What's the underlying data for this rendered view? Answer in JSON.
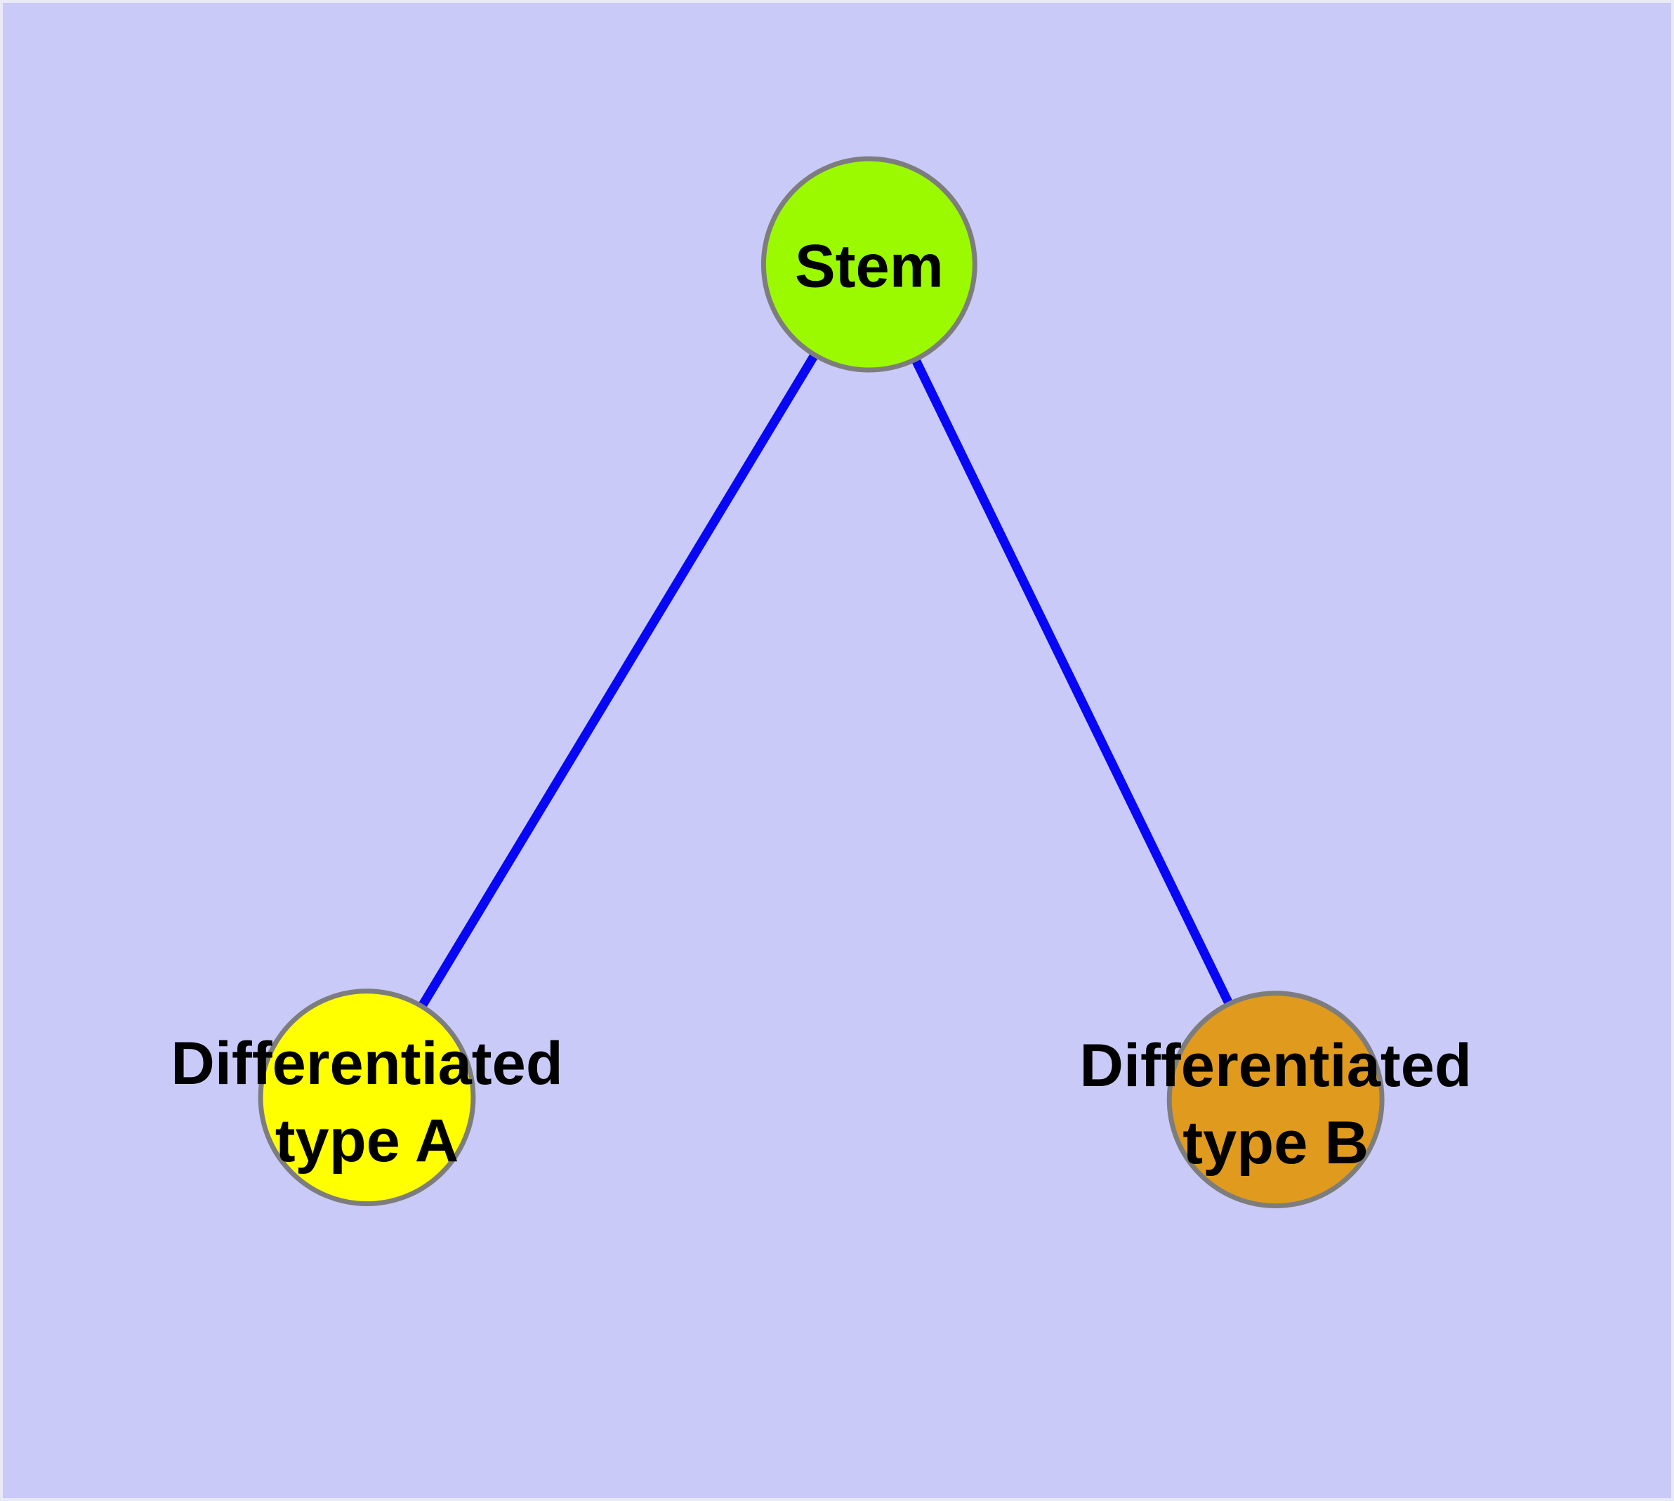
{
  "figure": {
    "background_color": "#cacaf8",
    "edge_color": "#0707f5",
    "node_border_color": "#7d7d7d",
    "label_color": "#000000",
    "nodes": [
      {
        "id": "stem",
        "label": "Stem",
        "fill": "#9bfa00"
      },
      {
        "id": "differentiated-type-a",
        "label_line1": "Differentiated",
        "label_line2": "type A",
        "fill": "#ffff00"
      },
      {
        "id": "differentiated-type-b",
        "label_line1": "Differentiated",
        "label_line2": "type B",
        "fill": "#e09a1e"
      }
    ],
    "edges": [
      {
        "from": "stem",
        "to": "differentiated-type-a"
      },
      {
        "from": "stem",
        "to": "differentiated-type-b"
      }
    ]
  }
}
